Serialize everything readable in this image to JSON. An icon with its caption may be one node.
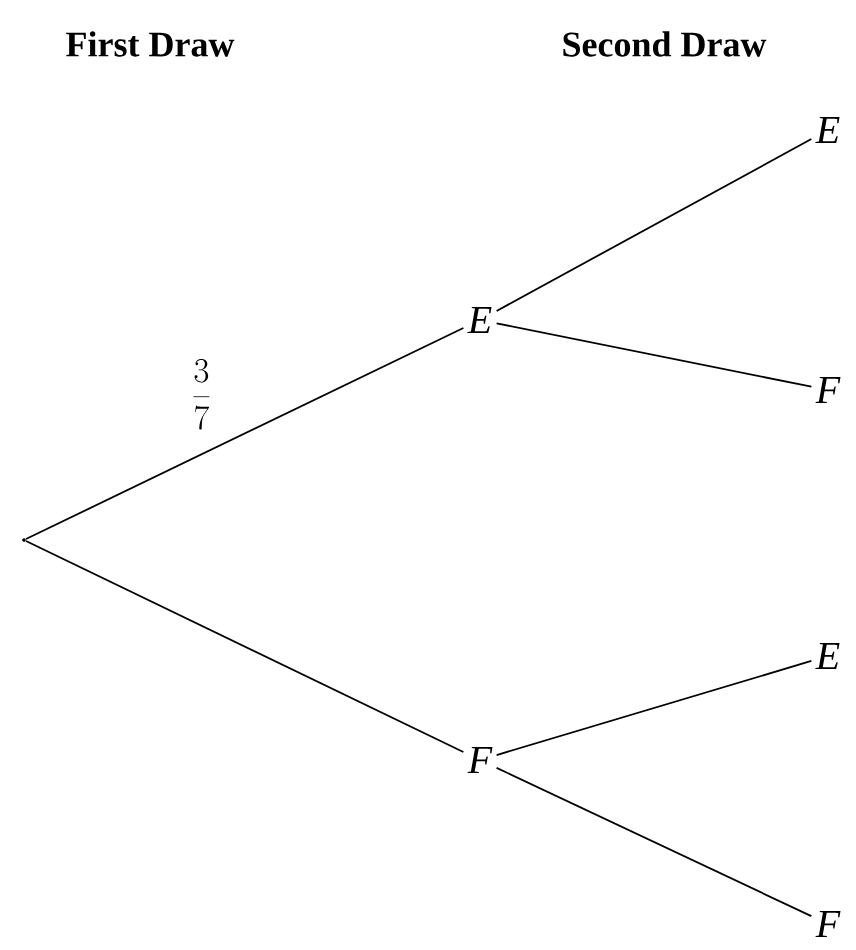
{
  "diagram": {
    "nodes": [
      {
        "text": [],
        "shape": "point"
      },
      {
        "text": [
          "E"
        ]
      },
      {
        "text": [
          "F"
        ]
      },
      {
        "text": [
          "E"
        ]
      },
      {
        "text": [
          "F"
        ]
      },
      {
        "text": [
          "E"
        ]
      },
      {
        "text": [
          "F"
        ]
      }
    ],
    "edges": [
      {
        "from": 0,
        "to": 1,
        "arrow": "none",
        "label": "\\frac{3}{7}"
      },
      {
        "from": 0,
        "to": 2,
        "arrow": "none"
      },
      {
        "from": 1,
        "to": 3,
        "arrow": "none"
      },
      {
        "from": 1,
        "to": 4,
        "arrow": "none"
      },
      {
        "from": 2,
        "to": 5,
        "arrow": "none"
      },
      {
        "from": 2,
        "to": 6,
        "arrow": "none"
      }
    ],
    "labels": [
      "First Draw",
      "Second Draw"
    ]
  }
}
